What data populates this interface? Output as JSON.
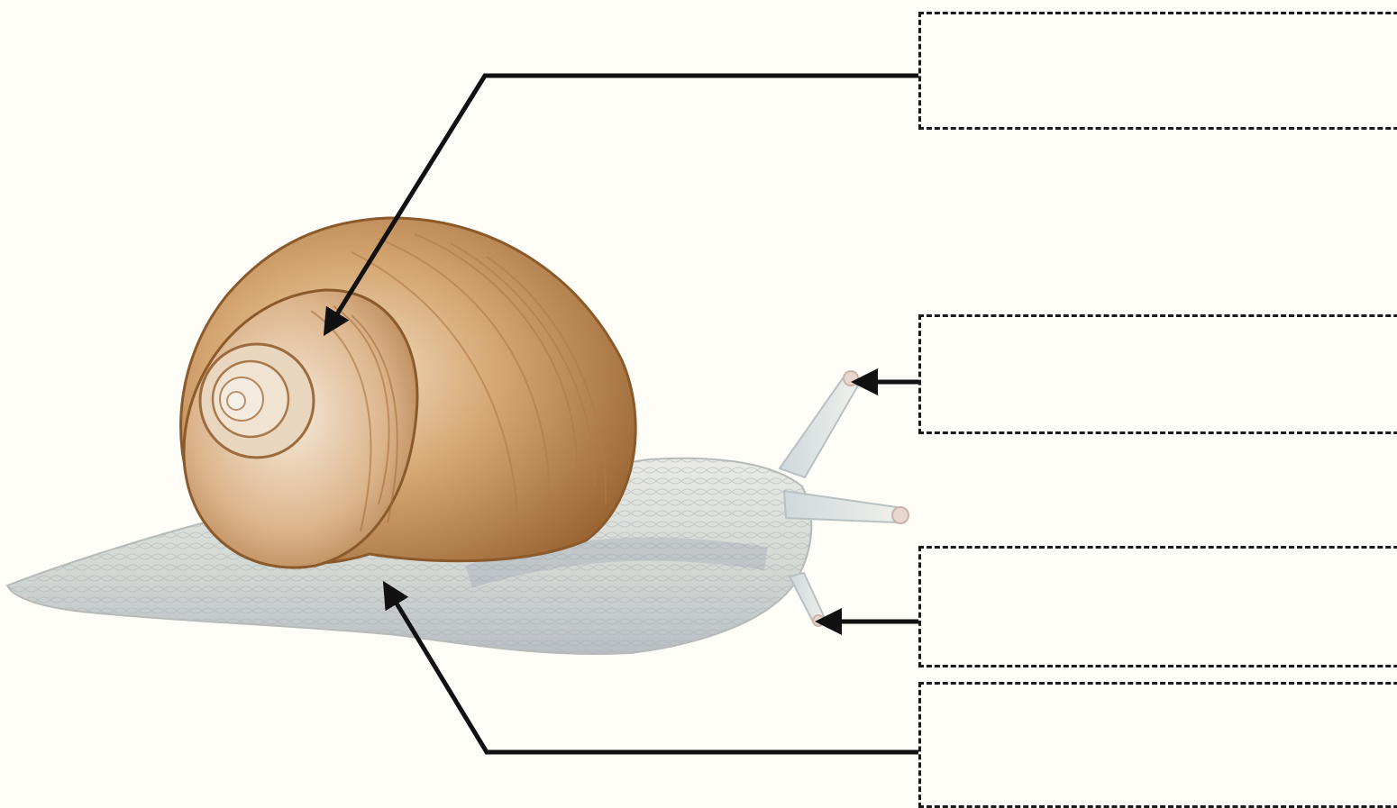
{
  "diagram": {
    "subject": "snail-photo",
    "colors": {
      "background": "#fffdf8",
      "line": "#111111",
      "shell_main": "#c8955a",
      "shell_dark": "#8a5a2b",
      "shell_light": "#f0dcc0",
      "body": "#dde2dc",
      "body_shadow": "#a9aeb8"
    },
    "labels": [
      {
        "id": "box-1",
        "text": "",
        "points_to": "shell"
      },
      {
        "id": "box-2",
        "text": "",
        "points_to": "upper-tentacle"
      },
      {
        "id": "box-3",
        "text": "",
        "points_to": "lower-tentacle"
      },
      {
        "id": "box-4",
        "text": "",
        "points_to": "foot"
      }
    ]
  }
}
